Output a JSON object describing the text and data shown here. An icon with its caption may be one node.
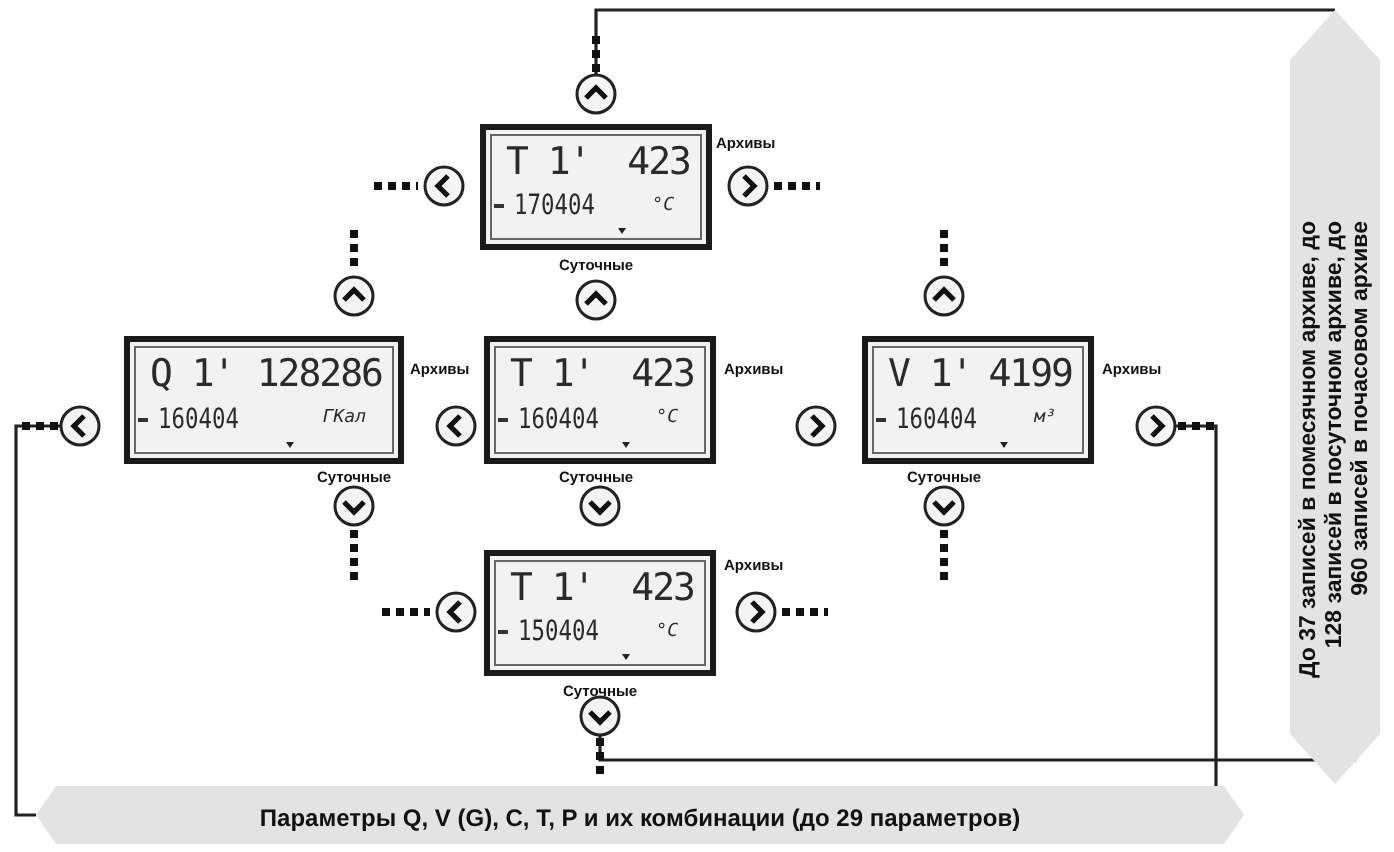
{
  "diagram": {
    "nodes": [
      {
        "text": [
          "T 1'",
          "423",
          "°C",
          "170404"
        ],
        "beside": [
          "Архивы",
          "Суточные"
        ]
      },
      {
        "text": [
          "Q 1'",
          "128286",
          "ГКал",
          "160404"
        ],
        "beside": [
          "Архивы",
          "Суточные"
        ]
      },
      {
        "text": [
          "T 1'",
          "423",
          "°C",
          "160404"
        ],
        "beside": [
          "Архивы",
          "Суточные"
        ]
      },
      {
        "text": [
          "V 1'",
          "4199",
          "м³",
          "160404"
        ],
        "beside": [
          "Архивы",
          "Суточные"
        ]
      },
      {
        "text": [
          "T 1'",
          "423",
          "°C",
          "150404"
        ],
        "beside": [
          "Архивы",
          "Суточные"
        ]
      },
      {
        "text": [
          "До 37 записей в помесячном архиве, до 128 записей в посуточном архиве, до 960 записей в почасовом архиве"
        ]
      },
      {
        "text": [
          "Параметры Q, V (G), C, T, P и их комбинации (до 29 параметров)"
        ]
      }
    ],
    "edges": [
      {
        "from": 0,
        "to": 5,
        "arrow": "other"
      },
      {
        "from": 1,
        "to": 6,
        "arrow": "other"
      },
      {
        "from": 3,
        "to": 6,
        "arrow": "other"
      },
      {
        "from": 4,
        "to": 5,
        "arrow": "other"
      }
    ]
  }
}
